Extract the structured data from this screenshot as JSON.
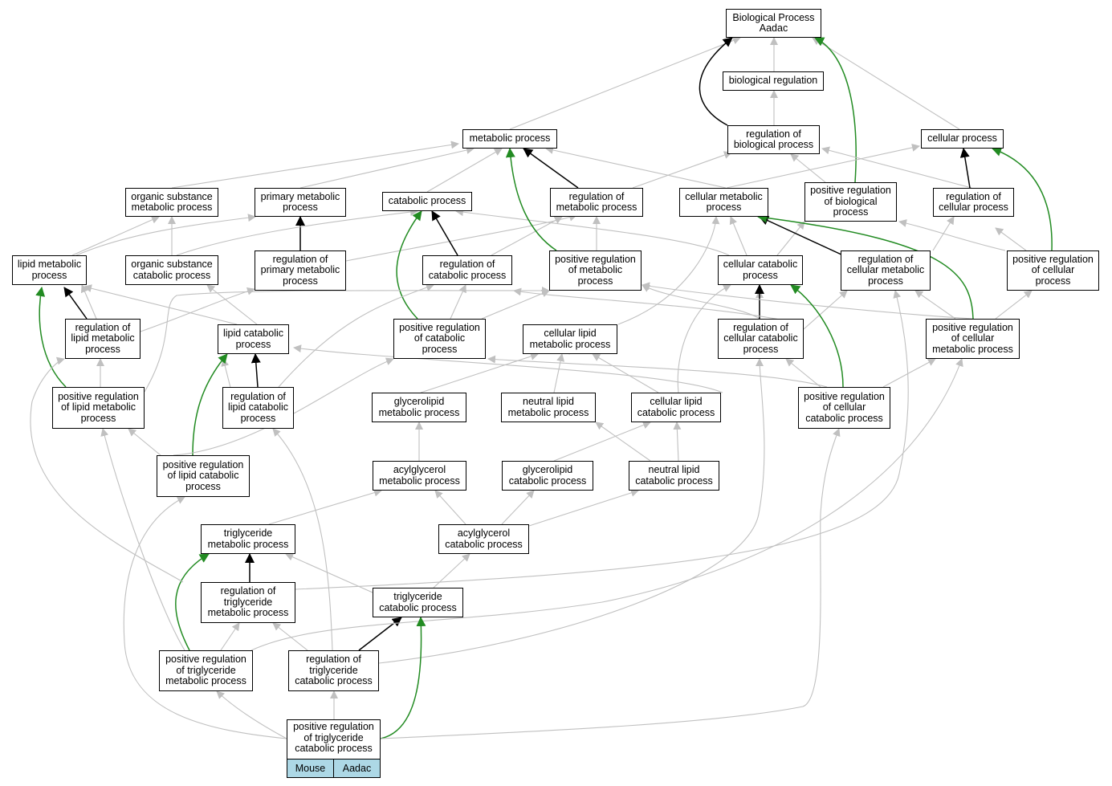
{
  "nodes": {
    "bp": "Biological Process\nAadac",
    "breg": "biological regulation",
    "mp": "metabolic process",
    "rbp": "regulation of\nbiological process",
    "cp": "cellular process",
    "osmp": "organic substance\nmetabolic process",
    "pmp": "primary metabolic\nprocess",
    "catp": "catabolic process",
    "rmp": "regulation of\nmetabolic process",
    "cmp": "cellular metabolic\nprocess",
    "prbp": "positive regulation\nof biological\nprocess",
    "rcp": "regulation of\ncellular process",
    "lmp": "lipid metabolic\nprocess",
    "oscp": "organic substance\ncatabolic process",
    "rpmp": "regulation of\nprimary metabolic\nprocess",
    "rcatp": "regulation of\ncatabolic process",
    "prmp": "positive regulation\nof metabolic\nprocess",
    "ccatp": "cellular catabolic\nprocess",
    "rcmp": "regulation of\ncellular metabolic\nprocess",
    "prcp": "positive regulation\nof cellular\nprocess",
    "rlmp": "regulation of\nlipid metabolic\nprocess",
    "lcp": "lipid catabolic\nprocess",
    "prcatp": "positive regulation\nof catabolic\nprocess",
    "clmp": "cellular lipid\nmetabolic process",
    "rccp": "regulation of\ncellular catabolic\nprocess",
    "prcmp": "positive regulation\nof cellular\nmetabolic process",
    "prlmp": "positive regulation\nof lipid metabolic\nprocess",
    "rlcp": "regulation of\nlipid catabolic\nprocess",
    "glmp": "glycerolipid\nmetabolic process",
    "nlmp": "neutral lipid\nmetabolic process",
    "clcp": "cellular lipid\ncatabolic process",
    "prccp": "positive regulation\nof cellular\ncatabolic process",
    "prlcp": "positive regulation\nof lipid catabolic\nprocess",
    "agmp": "acylglycerol\nmetabolic process",
    "glcp": "glycerolipid\ncatabolic process",
    "nlcp": "neutral lipid\ncatabolic process",
    "tgmp": "triglyceride\nmetabolic process",
    "agcp": "acylglycerol\ncatabolic process",
    "rtgmp": "regulation of\ntriglyceride\nmetabolic process",
    "tgcp": "triglyceride\ncatabolic process",
    "prtgmp": "positive regulation\nof triglyceride\nmetabolic process",
    "rtgcp": "regulation of\ntriglyceride\ncatabolic process",
    "prtgcp": "positive regulation\nof triglyceride\ncatabolic process"
  },
  "focus_cells": [
    "Mouse",
    "Aadac"
  ],
  "colors": {
    "is_a": "#c0c0c0",
    "regulates": "#000000",
    "positively_regulates": "#228b22",
    "cell_fill": "#add8e6"
  }
}
